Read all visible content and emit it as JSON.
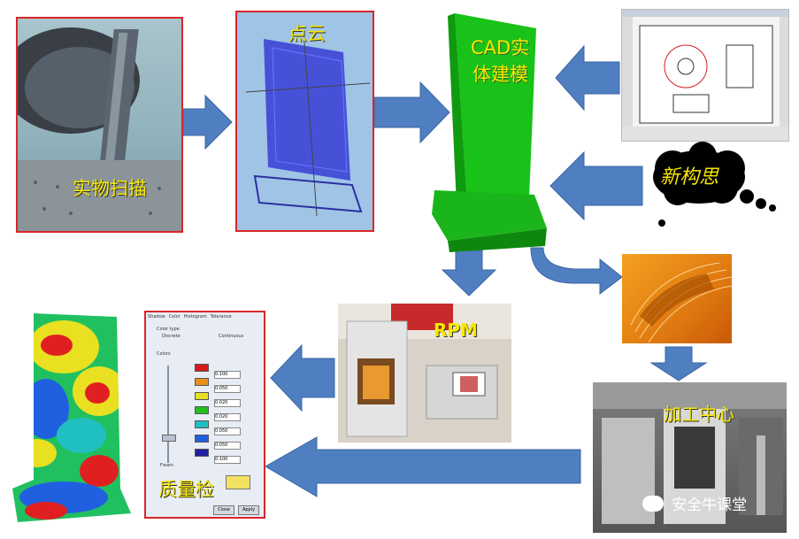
{
  "labels": {
    "scan": "实物扫描",
    "point_cloud": "点云",
    "cad_line1": "CAD实",
    "cad_line2": "体建模",
    "new_idea": "新构思",
    "rpm": "RPM",
    "machining": "加工中心",
    "quality": "质量检",
    "watermark": "安全牛课堂"
  },
  "dialog": {
    "tabs": [
      "Shadow",
      "Color",
      "Histogram",
      "Tolerance"
    ],
    "color_type_label": "Color type",
    "radio_options": [
      "Discrete",
      "Continuous"
    ],
    "colors_label": "Colors",
    "values": [
      "0.100",
      "0.050",
      "0.020",
      "0.020",
      "0.050",
      "0.050",
      "0.100"
    ],
    "swatches": [
      "#d51a1a",
      "#e8901a",
      "#e8e020",
      "#22c020",
      "#20c0c0",
      "#2060e0",
      "#2020a0"
    ],
    "slider_label": "Fwarn",
    "buttons": [
      "Close",
      "Apply"
    ]
  },
  "colors": {
    "arrow": "#4f7fc0",
    "label_yellow": "#f7e800",
    "cad_green": "#19c219",
    "panel_border": "#d9262b"
  }
}
